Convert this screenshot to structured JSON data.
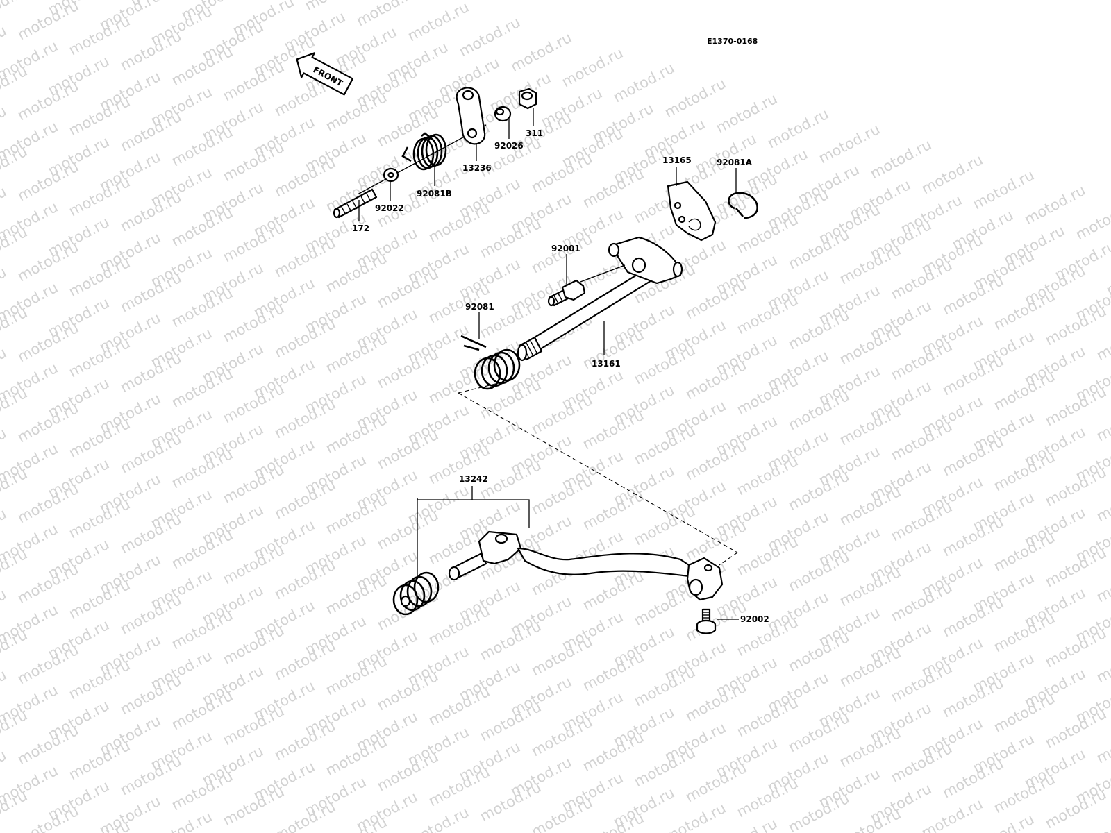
{
  "diagram_code": "E1370-0168",
  "front_label": "FRONT",
  "watermark": "motod.ru",
  "parts": [
    {
      "id": "p-13236",
      "label": "13236"
    },
    {
      "id": "p-92026",
      "label": "92026"
    },
    {
      "id": "p-311",
      "label": "311"
    },
    {
      "id": "p-92081b",
      "label": "92081B"
    },
    {
      "id": "p-92022",
      "label": "92022"
    },
    {
      "id": "p-172",
      "label": "172"
    },
    {
      "id": "p-13165",
      "label": "13165"
    },
    {
      "id": "p-92081a",
      "label": "92081A"
    },
    {
      "id": "p-92001",
      "label": "92001"
    },
    {
      "id": "p-92081",
      "label": "92081"
    },
    {
      "id": "p-13161",
      "label": "13161"
    },
    {
      "id": "p-13242",
      "label": "13242"
    },
    {
      "id": "p-92002",
      "label": "92002"
    }
  ]
}
